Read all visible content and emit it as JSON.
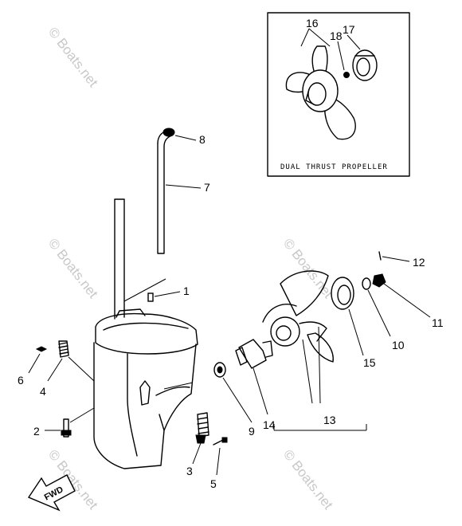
{
  "inset": {
    "caption": "DUAL THRUST PROPELLER"
  },
  "fwd_label": "FWD",
  "watermark": "© Boats.net",
  "callouts": [
    {
      "id": "1",
      "label": "1"
    },
    {
      "id": "2",
      "label": "2"
    },
    {
      "id": "3",
      "label": "3"
    },
    {
      "id": "4",
      "label": "4"
    },
    {
      "id": "5",
      "label": "5"
    },
    {
      "id": "6",
      "label": "6"
    },
    {
      "id": "7",
      "label": "7"
    },
    {
      "id": "8",
      "label": "8"
    },
    {
      "id": "9",
      "label": "9"
    },
    {
      "id": "10",
      "label": "10"
    },
    {
      "id": "11",
      "label": "11"
    },
    {
      "id": "12",
      "label": "12"
    },
    {
      "id": "13",
      "label": "13"
    },
    {
      "id": "14",
      "label": "14"
    },
    {
      "id": "15",
      "label": "15"
    },
    {
      "id": "16",
      "label": "16"
    },
    {
      "id": "17",
      "label": "17"
    },
    {
      "id": "18",
      "label": "18"
    }
  ]
}
